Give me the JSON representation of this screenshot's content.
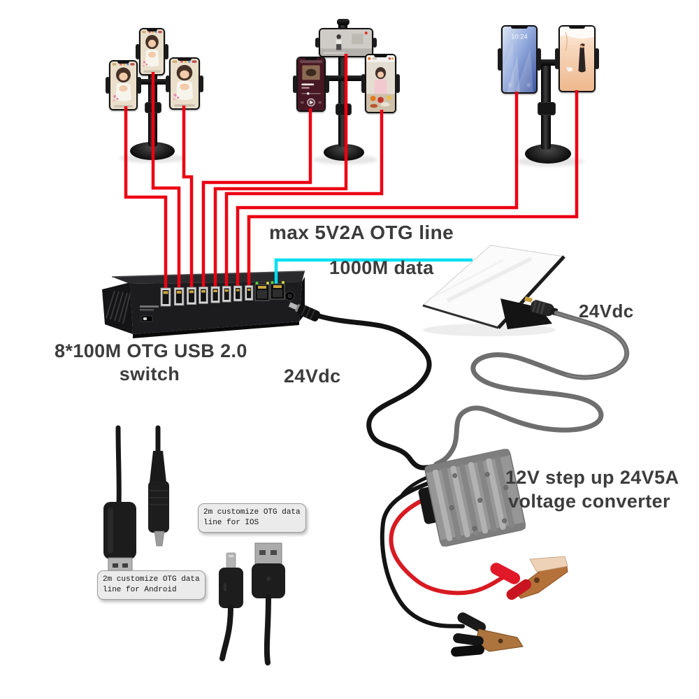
{
  "labels": {
    "otg": "max 5V2A OTG line",
    "data1000": "1000M data",
    "switch1": "8*100M OTG USB 2.0",
    "switch2": "switch",
    "dc_switch": "24Vdc",
    "dc_tablet": "24Vdc",
    "conv1": "12V step up 24V5A",
    "conv2": "voltage converter",
    "ios1": "2m customize OTG data",
    "ios2": "line for IOS",
    "android1": "2m customize OTG data",
    "android2": "line for Android",
    "lock_time": "10:24"
  },
  "colors": {
    "otg_cable_red": "#ec0012",
    "data_cable_cyan": "#00dff2",
    "label_text": "#3c3c3c",
    "clip_red": "#d81a22",
    "converter_gray": "#969696"
  },
  "counts": {
    "usb_ports": 8,
    "ethernet_ports": 2,
    "phones": 8
  }
}
